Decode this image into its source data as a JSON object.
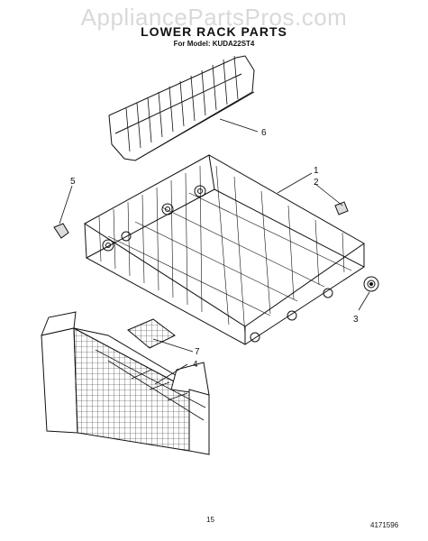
{
  "watermark": "AppliancePartsPros.com",
  "title": "LOWER RACK PARTS",
  "subtitle": "For Model: KUDA22ST4",
  "page_number": "15",
  "doc_code": "4171596",
  "callouts": [
    "1",
    "2",
    "3",
    "4",
    "5",
    "6",
    "7"
  ],
  "parts": {
    "rack_tines": "rack-tines-insert",
    "lower_rack": "lower-rack",
    "wheel": "rack-wheel",
    "left_clip": "left-clip",
    "right_clip": "right-clip",
    "silverware_basket": "silverware-basket",
    "basket_cover": "basket-cover"
  }
}
